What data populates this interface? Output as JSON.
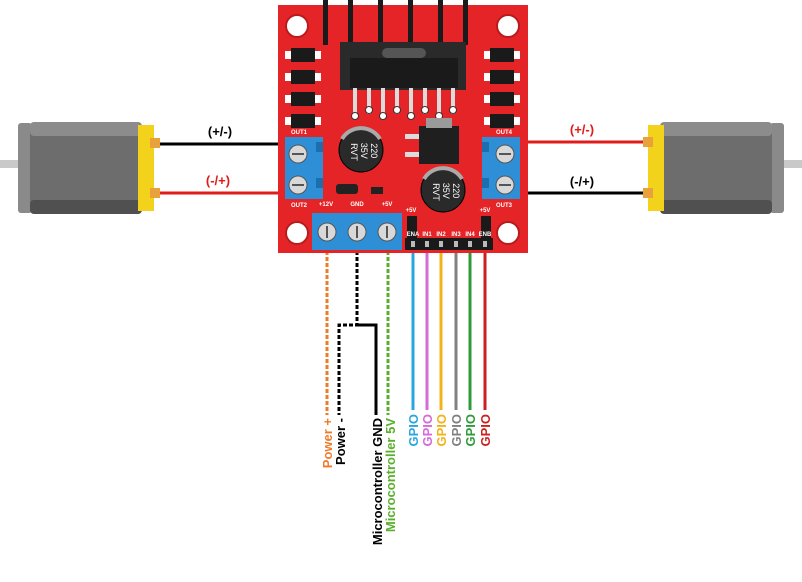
{
  "board": {
    "regulator_text": [
      "220",
      "35V",
      "RVT"
    ],
    "out_labels": {
      "out1": "OUT1",
      "out2": "OUT2",
      "out3": "OUT3",
      "out4": "OUT4"
    },
    "power_pins": [
      "+12V",
      "GND",
      "+5V"
    ],
    "header_top": {
      "left": "+5V",
      "right": "+5V"
    },
    "control_pins": [
      "ENA",
      "IN1",
      "IN2",
      "IN3",
      "IN4",
      "ENB"
    ]
  },
  "motors": {
    "left": {
      "top_label": "(+/-)",
      "bottom_label": "(-/+)"
    },
    "right": {
      "top_label": "(+/-)",
      "bottom_label": "(-/+)"
    }
  },
  "wires": [
    {
      "label": "Power +",
      "color": "#f07a2a"
    },
    {
      "label": "Power -",
      "color": "#000000"
    },
    {
      "label": "Microcontroller GND",
      "color": "#000000"
    },
    {
      "label": "Microcontroller 5V",
      "color": "#5aae2c"
    },
    {
      "label": "GPIO",
      "color": "#29a6e0"
    },
    {
      "label": "GPIO",
      "color": "#d56ad8"
    },
    {
      "label": "GPIO",
      "color": "#f2b318"
    },
    {
      "label": "GPIO",
      "color": "#808080"
    },
    {
      "label": "GPIO",
      "color": "#2f9a3a"
    },
    {
      "label": "GPIO",
      "color": "#cc1f1f"
    }
  ],
  "colors": {
    "board": "#e42426",
    "terminal": "#2e8fd6",
    "motor_body": "#6d6d6d",
    "motor_cap": "#f3d21b",
    "wire_red": "#e01b1b",
    "wire_black": "#000000"
  }
}
